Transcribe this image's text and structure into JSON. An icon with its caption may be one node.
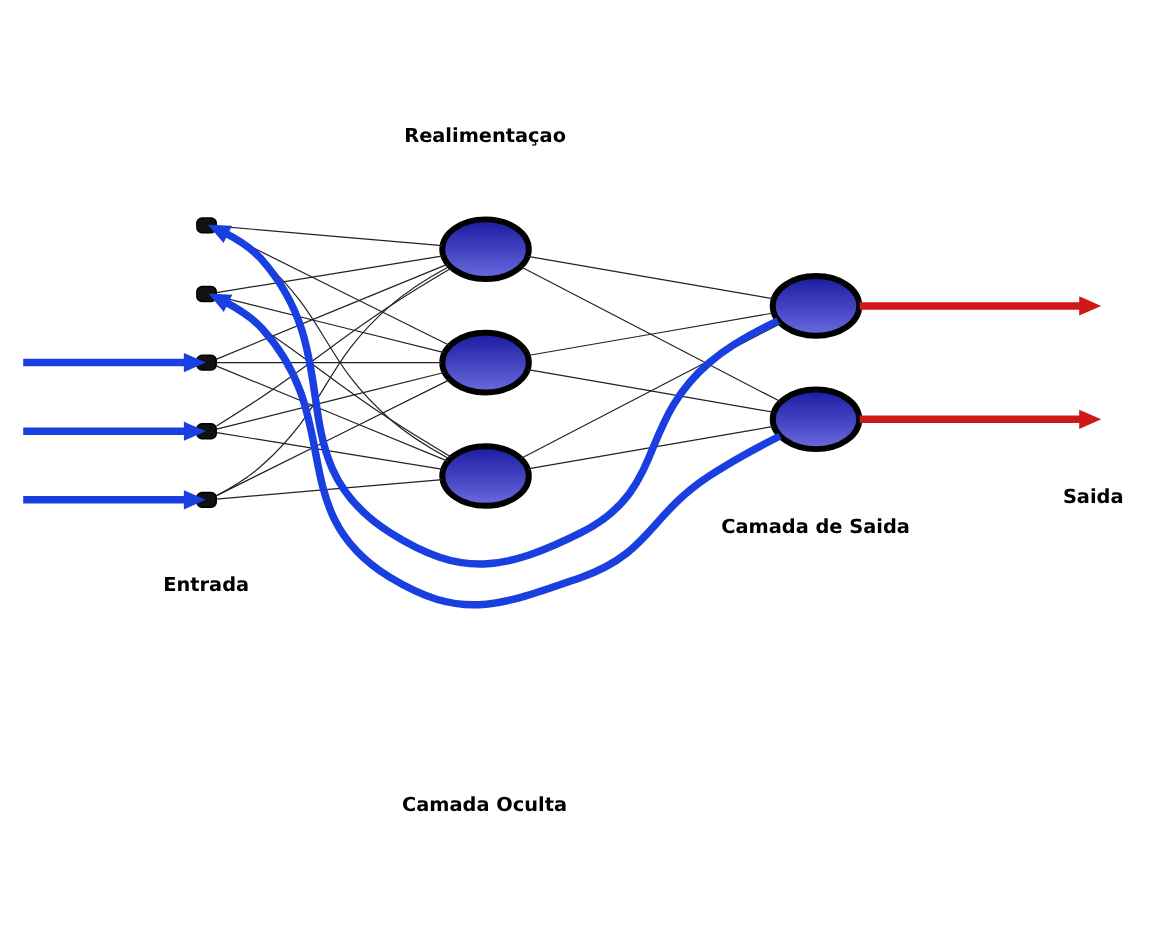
{
  "diagram": {
    "nodes": [
      {
        "text": [],
        "shape": "box"
      },
      {
        "text": [],
        "shape": "box"
      },
      {
        "text": [],
        "shape": "box"
      },
      {
        "text": [],
        "shape": "box"
      },
      {
        "text": [],
        "shape": "box"
      },
      {
        "text": [],
        "shape": "circle"
      },
      {
        "text": [],
        "shape": "circle"
      },
      {
        "text": [],
        "shape": "circle"
      },
      {
        "text": [],
        "shape": "circle"
      },
      {
        "text": [],
        "shape": "circle"
      }
    ],
    "edges": [
      {
        "from": 0,
        "to": 5,
        "arrow": "none"
      },
      {
        "from": 0,
        "to": 6,
        "arrow": "none"
      },
      {
        "from": 0,
        "to": 7,
        "arrow": "none"
      },
      {
        "from": 1,
        "to": 5,
        "arrow": "none"
      },
      {
        "from": 1,
        "to": 6,
        "arrow": "none"
      },
      {
        "from": 1,
        "to": 7,
        "arrow": "none"
      },
      {
        "from": 2,
        "to": 5,
        "arrow": "none"
      },
      {
        "from": 2,
        "to": 6,
        "arrow": "none"
      },
      {
        "from": 2,
        "to": 7,
        "arrow": "none"
      },
      {
        "from": 3,
        "to": 5,
        "arrow": "none"
      },
      {
        "from": 3,
        "to": 6,
        "arrow": "none"
      },
      {
        "from": 3,
        "to": 7,
        "arrow": "none"
      },
      {
        "from": 4,
        "to": 5,
        "arrow": "none"
      },
      {
        "from": 4,
        "to": 6,
        "arrow": "none"
      },
      {
        "from": 4,
        "to": 7,
        "arrow": "none"
      },
      {
        "from": 5,
        "to": 8,
        "arrow": "none"
      },
      {
        "from": 5,
        "to": 9,
        "arrow": "none"
      },
      {
        "from": 6,
        "to": 8,
        "arrow": "none"
      },
      {
        "from": 6,
        "to": 9,
        "arrow": "none"
      },
      {
        "from": 7,
        "to": 8,
        "arrow": "none"
      },
      {
        "from": 7,
        "to": 9,
        "arrow": "none"
      },
      {
        "from": 8,
        "to": 0,
        "arrow": "to",
        "style": "thick",
        "color": "#1a3fe0"
      },
      {
        "from": 9,
        "to": 1,
        "arrow": "to",
        "style": "thick",
        "color": "#1a3fe0"
      },
      {
        "from": null,
        "to": 2,
        "arrow": "to",
        "style": "thick",
        "color": "#1a3fe0"
      },
      {
        "from": null,
        "to": 3,
        "arrow": "to",
        "style": "thick",
        "color": "#1a3fe0"
      },
      {
        "from": null,
        "to": 4,
        "arrow": "to",
        "style": "thick",
        "color": "#1a3fe0"
      },
      {
        "from": 8,
        "to": null,
        "arrow": "to",
        "style": "thick",
        "color": "#d01818"
      },
      {
        "from": 9,
        "to": null,
        "arrow": "to",
        "style": "thick",
        "color": "#d01818"
      }
    ],
    "labels": [
      "Realimentaçao",
      "Entrada",
      "Camada Oculta",
      "Camada de Saida",
      "Saida"
    ]
  }
}
